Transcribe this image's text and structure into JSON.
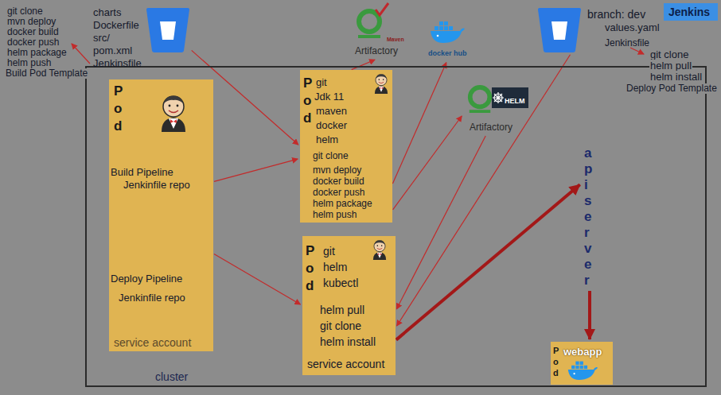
{
  "diagram": {
    "nodes": [
      {
        "text": [
          "charts",
          "Dockerfile",
          "src/",
          "pom.xml",
          "Jenkinsfile"
        ]
      },
      {
        "text": [
          "Maven",
          "Artifactory"
        ]
      },
      {
        "text": [
          "docker hub"
        ]
      },
      {
        "text": [
          "branch: dev",
          "values.yaml",
          "Jenkinsfile"
        ]
      },
      {
        "text": [
          "Jenkins"
        ]
      },
      {
        "text": [
          "cluster"
        ]
      },
      {
        "text": [
          "Pod",
          "Build Pipeline",
          "Jenkinfile repo",
          "Deploy Pipeline",
          "Jenkinfile repo",
          "service account"
        ],
        "in": 5
      },
      {
        "text": [
          "Pod",
          "git",
          "Jdk 11",
          "maven",
          "docker",
          "helm",
          "git clone",
          "mvn deploy",
          "docker build",
          "docker push",
          "helm package",
          "helm push"
        ],
        "in": 5
      },
      {
        "text": [
          "HELM",
          "Artifactory"
        ],
        "in": 5
      },
      {
        "text": [
          "apiserver"
        ],
        "in": 5
      },
      {
        "text": [
          "Pod",
          "git",
          "helm",
          "kubectl",
          "helm pull",
          "git clone",
          "helm install",
          "service account"
        ],
        "in": 5
      },
      {
        "text": [
          "Pod",
          "webapp"
        ],
        "in": 5
      }
    ],
    "edges": [
      {
        "from": 6,
        "to": 7,
        "arrow": "to"
      },
      {
        "from": 6,
        "to": 10,
        "arrow": "to"
      },
      {
        "from": 0,
        "to": 7,
        "arrow": "to"
      },
      {
        "from": 7,
        "to": 1,
        "arrow": "to"
      },
      {
        "from": 7,
        "to": 2,
        "arrow": "to"
      },
      {
        "from": 7,
        "to": 8,
        "arrow": "to"
      },
      {
        "from": 8,
        "to": 10,
        "arrow": "to"
      },
      {
        "from": 3,
        "to": 10,
        "arrow": "to"
      },
      {
        "from": 10,
        "to": 9,
        "arrow": "to"
      },
      {
        "from": 9,
        "to": 11,
        "arrow": "to"
      }
    ],
    "labels": [
      "git clone",
      "mvn deploy",
      "docker build",
      "docker push",
      "helm package",
      "helm push",
      "Build Pod Template",
      "git clone",
      "helm pull",
      "helm install",
      "Deploy Pod Template"
    ]
  }
}
